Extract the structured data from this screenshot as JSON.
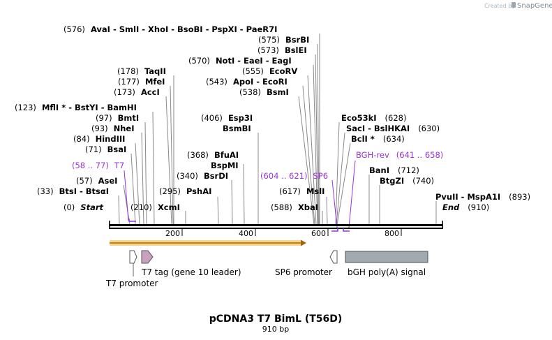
{
  "credit": {
    "text": "Created by",
    "brand": "SnapGene"
  },
  "title": "pCDNA3 T7 BimL (T56D)",
  "subtitle": "910 bp",
  "axis": {
    "ticks": [
      "200",
      "400",
      "600",
      "800"
    ]
  },
  "sites": {
    "r1": {
      "pos": "(576)",
      "names": "AvaI  - SmlI  - XhoI  - BsoBI  - PspXI  - PaeR7I"
    },
    "r2": {
      "pos": "(575)",
      "names": "BsrBI"
    },
    "r3": {
      "pos": "(573)",
      "names": "BslEI"
    },
    "r4": {
      "pos": "(570)",
      "names": "NotI  - EaeI  - EagI"
    },
    "r5": {
      "pos": "(555)",
      "names": "EcoRV"
    },
    "r6": {
      "pos": "(543)",
      "names": "ApoI  - EcoRI"
    },
    "r7": {
      "pos": "(538)",
      "names": "BsmI"
    },
    "l1": {
      "pos": "(178)",
      "names": "TaqII"
    },
    "l2": {
      "pos": "(177)",
      "names": "MfeI"
    },
    "l3": {
      "pos": "(173)",
      "names": "AccI"
    },
    "l4": {
      "pos": "(123)",
      "names": "MflI * - BstYI  - BamHI"
    },
    "l5": {
      "pos": "(97)",
      "names": "BmtI"
    },
    "l6": {
      "pos": "(93)",
      "names": "NheI"
    },
    "l7": {
      "pos": "(84)",
      "names": "HindIII"
    },
    "l8": {
      "pos": "(71)",
      "names": "BsaI"
    },
    "l9": {
      "pos": "(57)",
      "names": "AseI"
    },
    "l10": {
      "pos": "(33)",
      "names": "BtsI  - BtsαI"
    },
    "start_pos": "(0)",
    "start": "Start",
    "xcm_pos": "(210)",
    "xcm": "XcmI",
    "m1": {
      "pos": "(406)",
      "names": "Esp3I"
    },
    "m2": {
      "names": "BsmBI"
    },
    "m3": {
      "pos": "(368)",
      "names": "BfuAI"
    },
    "m4": {
      "names": "BspMI"
    },
    "m5": {
      "pos": "(340)",
      "names": "BsrDI"
    },
    "m6": {
      "pos": "(295)",
      "names": "PshAI"
    },
    "msl": {
      "pos": "(617)",
      "names": "MslI"
    },
    "xba": {
      "pos": "(588)",
      "names": "XbaI"
    },
    "e1": {
      "names": "Eco53kI",
      "pos": "(628)"
    },
    "e2": {
      "names": "SacI  - BslHKAI",
      "pos": "(630)"
    },
    "e3": {
      "names": "BclI *",
      "pos": "(634)"
    },
    "e4": {
      "names": "BanI",
      "pos": "(712)"
    },
    "e5": {
      "names": "BtgZI",
      "pos": "(740)"
    },
    "pvu": {
      "names": "PvuII  - MspA1I",
      "pos": "(893)"
    },
    "end": "End",
    "end_pos": "(910)"
  },
  "primers": {
    "t7": {
      "range": "(58 .. 77)",
      "name": "T7"
    },
    "sp6": {
      "range": "(604 .. 621)",
      "name": "SP6"
    },
    "bgh": {
      "name": "BGH-rev",
      "range": "(641 .. 658)"
    }
  },
  "features": {
    "t7_promoter": "T7 promoter",
    "t7_tag": "T7 tag (gene 10 leader)",
    "sp6_promoter": "SP6 promoter",
    "bgh_polya": "bGH poly(A) signal"
  },
  "colors": {
    "primer": "#9b30d9",
    "orf": "#f0b050",
    "t7tag": "#c8a0c0",
    "polya": "#a0a8b0"
  }
}
